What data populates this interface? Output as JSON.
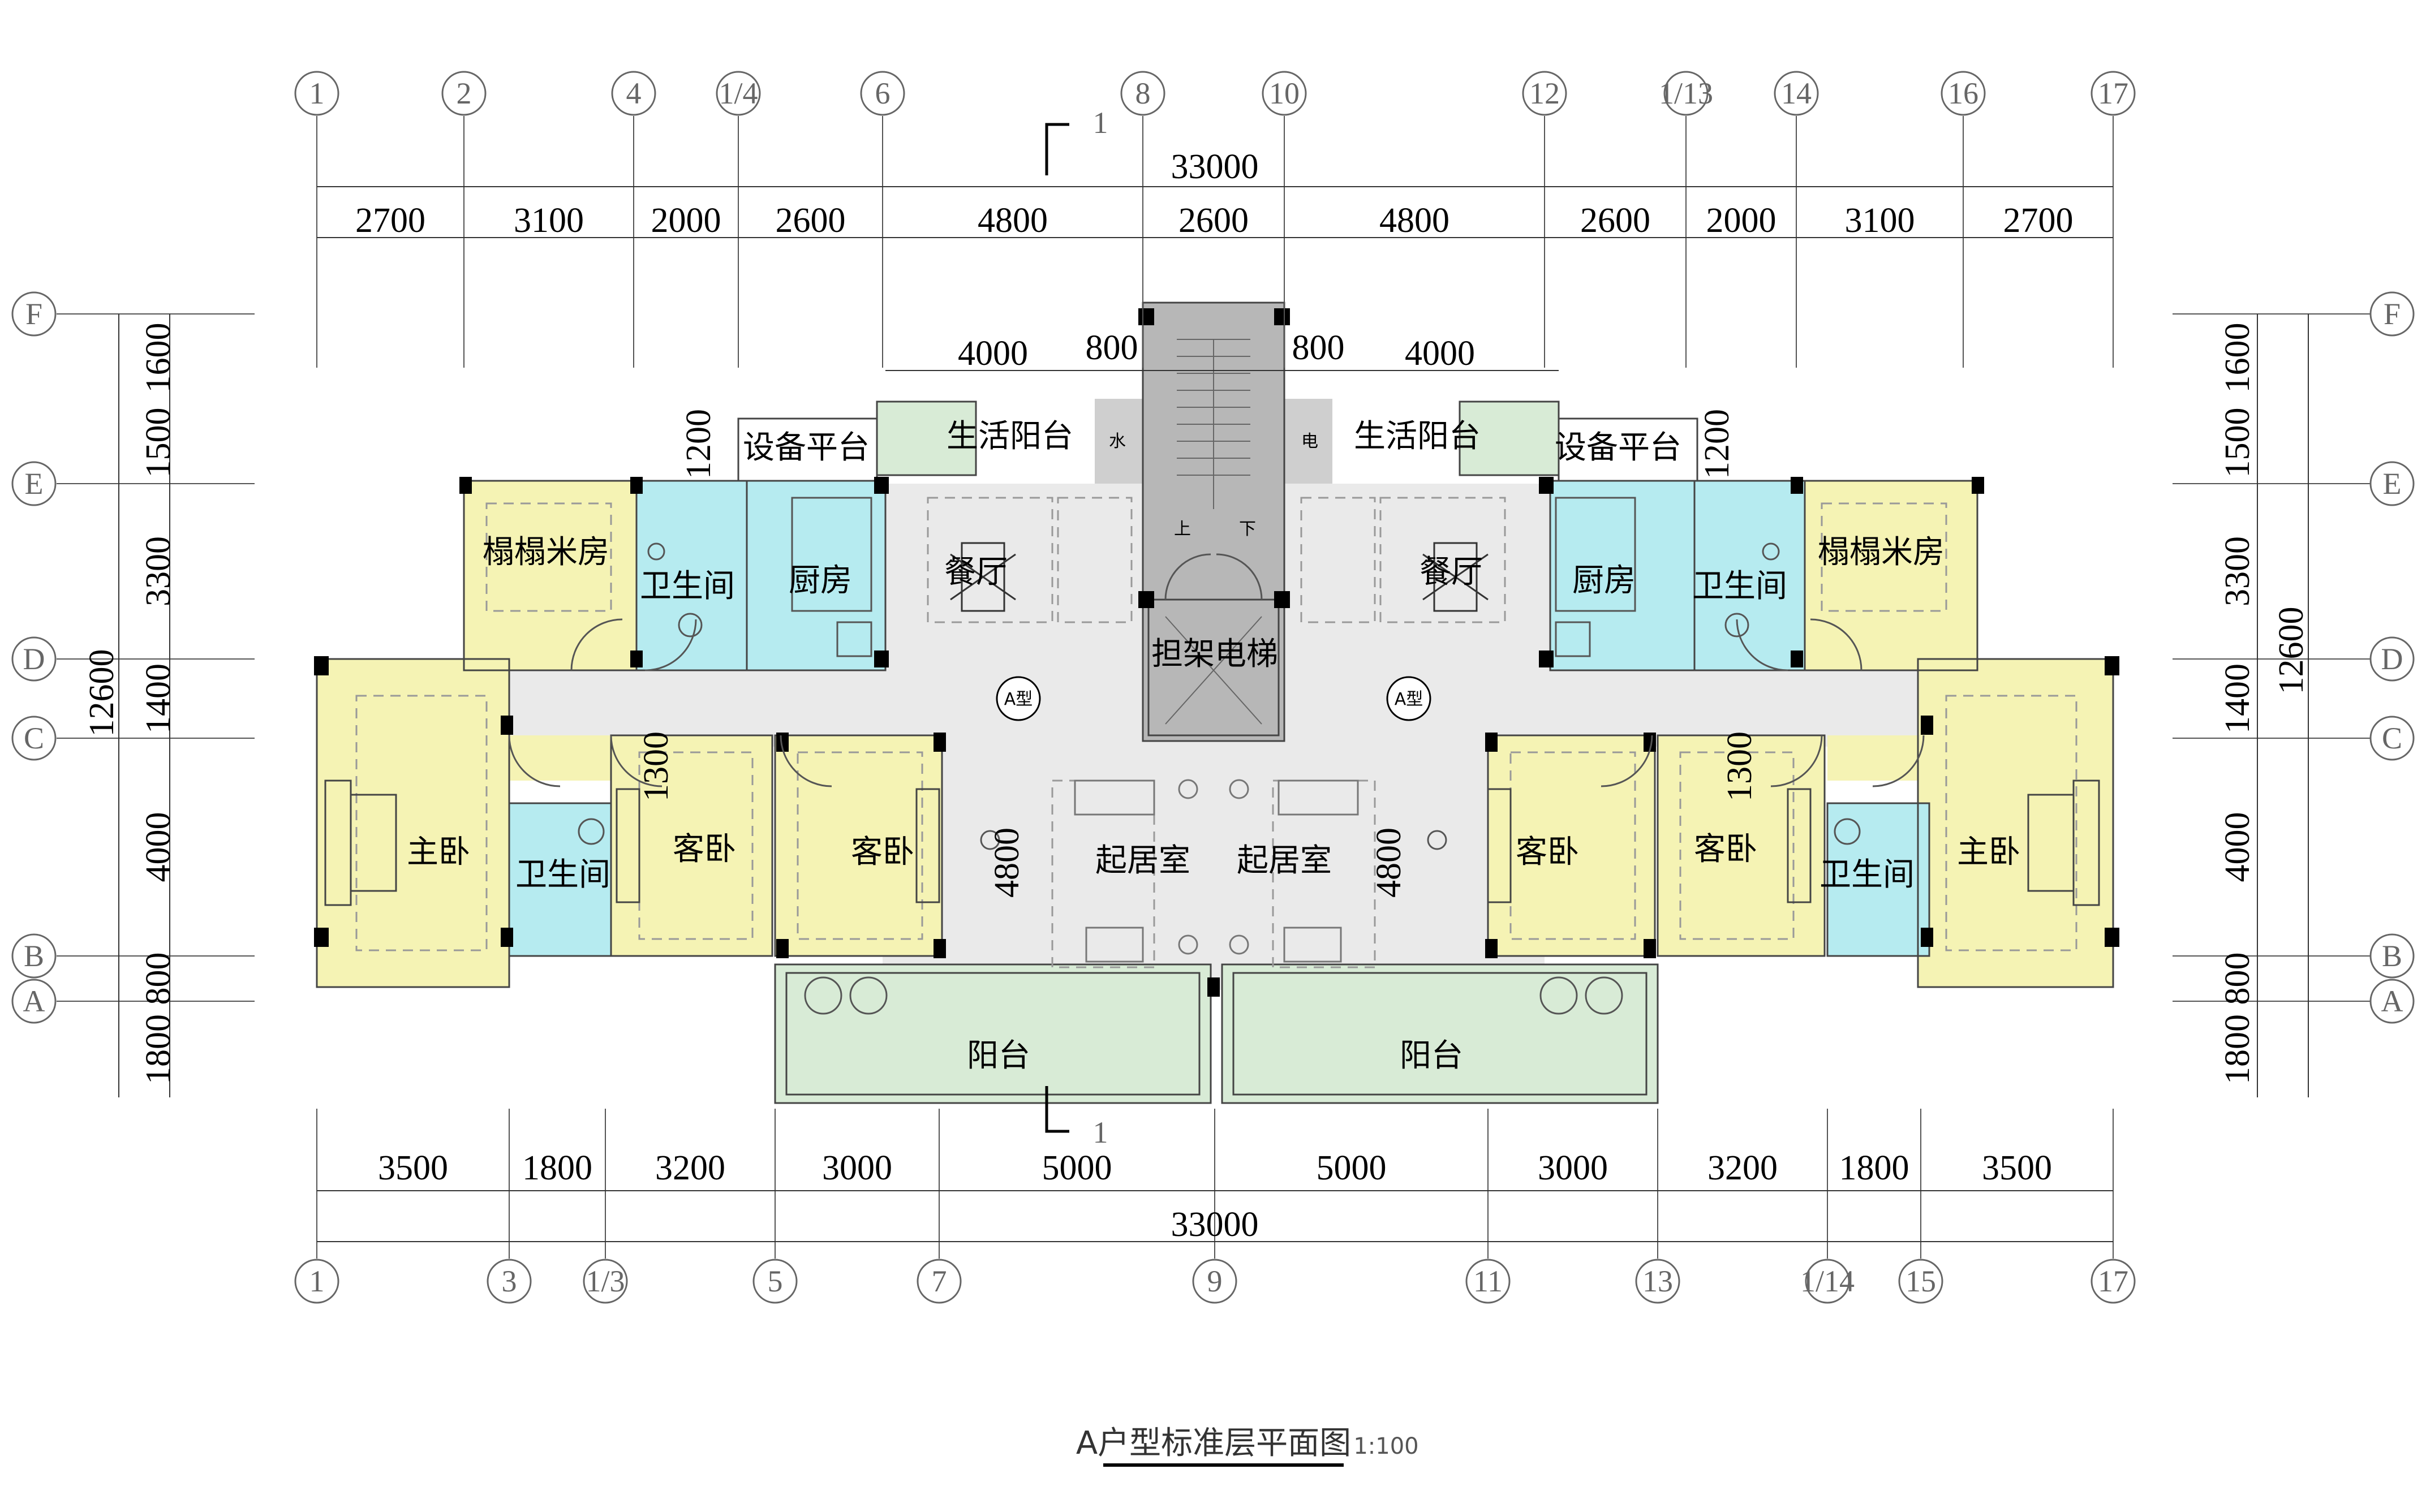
{
  "title": "A户型标准层平面图",
  "scale": "1:100",
  "section_mark": "1",
  "colors": {
    "bedroom": "#f5f3b4",
    "wet": "#b6ebf0",
    "balcony": "#d8ebd6",
    "circulation": "#eaeaea",
    "core": "#b7b7b7",
    "wall": "#000000"
  },
  "grid_top": [
    "1",
    "2",
    "4",
    "1/4",
    "6",
    "8",
    "10",
    "12",
    "1/13",
    "14",
    "16",
    "17"
  ],
  "grid_bottom": [
    "1",
    "3",
    "1/3",
    "5",
    "7",
    "9",
    "11",
    "13",
    "1/14",
    "15",
    "17"
  ],
  "grid_left": [
    "F",
    "E",
    "D",
    "C",
    "B",
    "A"
  ],
  "grid_right": [
    "F",
    "E",
    "D",
    "C",
    "B",
    "A"
  ],
  "dims_top_total": "33000",
  "dims_top": [
    "2700",
    "3100",
    "2000",
    "2600",
    "4800",
    "2600",
    "4800",
    "2600",
    "2000",
    "3100",
    "2700"
  ],
  "dims_bottom_total": "33000",
  "dims_bottom": [
    "3500",
    "1800",
    "3200",
    "3000",
    "5000",
    "5000",
    "3000",
    "3200",
    "1800",
    "3500"
  ],
  "dims_left": [
    "1600",
    "1500",
    "3300",
    "1400",
    "4000",
    "800",
    "1800"
  ],
  "dims_left_total": "12600",
  "dims_right": [
    "1600",
    "1500",
    "3300",
    "1400",
    "4000",
    "800",
    "1800"
  ],
  "dims_right_total": "12600",
  "dims_inner": {
    "platform_w": "4000",
    "gap": "800",
    "equip_h": "1200",
    "bed_h": "1300",
    "living_w": "4800"
  },
  "rooms": {
    "equipment_platform": "设备平台",
    "utility_balcony": "生活阳台",
    "tatami_room": "榻榻米房",
    "bathroom": "卫生间",
    "kitchen": "厨房",
    "dining": "餐厅",
    "elevator": "担架电梯",
    "master_bedroom": "主卧",
    "guest_bedroom": "客卧",
    "living_room": "起居室",
    "balcony": "阳台",
    "unit_type": "A型",
    "water": "水",
    "electric": "电",
    "up": "上",
    "down": "下"
  }
}
